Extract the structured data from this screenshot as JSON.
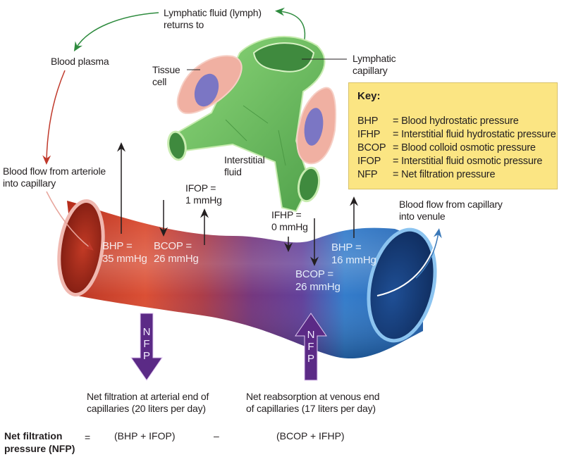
{
  "labels": {
    "lymph_returns": [
      "Lymphatic fluid (lymph)",
      "returns to"
    ],
    "blood_plasma": "Blood plasma",
    "tissue_cell": [
      "Tissue",
      "cell"
    ],
    "lymphatic_capillary": [
      "Lymphatic",
      "capillary"
    ],
    "interstitial_fluid": [
      "Interstitial",
      "fluid"
    ],
    "arteriole_flow": [
      "Blood flow from arteriole",
      "into capillary"
    ],
    "venule_flow": [
      "Blood flow from capillary",
      "into venule"
    ]
  },
  "pressures": {
    "arterial_bhp": [
      "BHP =",
      "35 mmHg"
    ],
    "arterial_bcop": [
      "BCOP =",
      "26 mmHg"
    ],
    "ifop": [
      "IFOP =",
      "1 mmHg"
    ],
    "ifhp": [
      "IFHP =",
      "0 mmHg"
    ],
    "venous_bcop": [
      "BCOP =",
      "26 mmHg"
    ],
    "venous_bhp": [
      "BHP =",
      "16 mmHg"
    ]
  },
  "key": {
    "title": "Key:",
    "entries": [
      {
        "abbr": "BHP",
        "def": "= Blood hydrostatic pressure"
      },
      {
        "abbr": "IFHP",
        "def": "= Interstitial fluid hydrostatic pressure"
      },
      {
        "abbr": "BCOP",
        "def": "= Blood colloid osmotic pressure"
      },
      {
        "abbr": "IFOP",
        "def": "= Interstitial fluid osmotic pressure"
      },
      {
        "abbr": "NFP",
        "def": "= Net filtration pressure"
      }
    ]
  },
  "nfp_arrows": {
    "letters": [
      "N",
      "F",
      "P"
    ],
    "arterial_caption": [
      "Net filtration at arterial end of",
      "capillaries (20 liters per day)"
    ],
    "venous_caption": [
      "Net reabsorption at venous end",
      "of capillaries (17 liters per day)"
    ]
  },
  "formula": {
    "lhs": [
      "Net filtration",
      "pressure (NFP)"
    ],
    "equals": "=",
    "term1": "(BHP + IFOP)",
    "minus": "–",
    "term2": "(BCOP + IFHP)"
  },
  "colors": {
    "arterial_red": "#c6321f",
    "venous_blue": "#1f6fc0",
    "mid_purple": "#6b2d7a",
    "nfp_arrow": "#5b2a86",
    "lymph_green": "#6cc05a",
    "key_bg": "#fbe583",
    "cell_pink": "#f0b0a2",
    "nucleus": "#7b76c4"
  }
}
